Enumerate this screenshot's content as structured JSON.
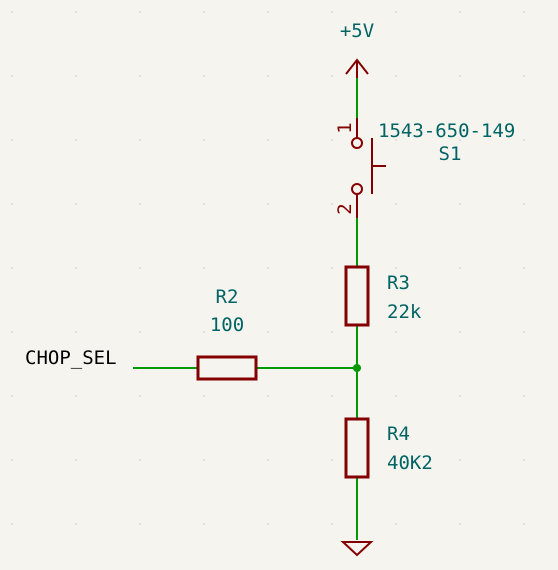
{
  "power": {
    "label": "+5V"
  },
  "switch": {
    "value": "1543-650-149",
    "ref": "S1",
    "pin1": "1",
    "pin2": "2"
  },
  "r3": {
    "ref": "R3",
    "value": "22k"
  },
  "r2": {
    "ref": "R2",
    "value": "100"
  },
  "r4": {
    "ref": "R4",
    "value": "40K2"
  },
  "net": {
    "label": "CHOP_SEL"
  },
  "colors": {
    "wire": "#009900",
    "symbol": "#840000",
    "reference": "#006464",
    "background": "#f5f4ef"
  }
}
